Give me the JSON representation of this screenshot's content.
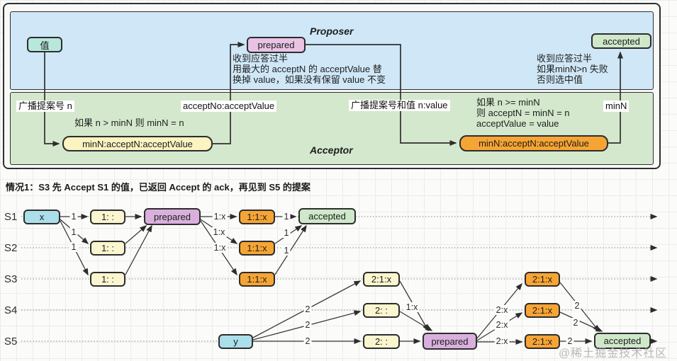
{
  "top": {
    "proposer_title": "Proposer",
    "acceptor_title": "Acceptor",
    "value_box": "值",
    "prepared_box": "prepared",
    "accepted_box": "accepted",
    "proposer_note_left": "收到应答过半\n用最大的 acceptN 的 acceptValue 替\n换掉 value，如果没有保留 value 不变",
    "proposer_note_right": "收到应答过半\n如果minN>n 失败\n否则选中值",
    "broadcast_n_label": "广播提案号 n",
    "accept_no_label": "acceptNo:acceptValue",
    "broadcast_nv_label": "广播提案号和值 n:value",
    "minn_label": "minN",
    "acceptor_rule_left": "如果 n > minN 则 minN = n",
    "acceptor_rule_right": "如果 n >= minN\n则 acceptN = minN = n\nacceptValue = value",
    "state_box_left": "minN:acceptN:acceptValue",
    "state_box_right": "minN:acceptN:acceptValue"
  },
  "caption": "情况1：S3 先 Accept S1 的值，已返回 Accept 的 ack，再见到 S5 的提案",
  "timeline": {
    "row_labels": [
      "S1",
      "S2",
      "S3",
      "S4",
      "S5"
    ],
    "nodes": {
      "x_value": "x",
      "s1_p1": "1: :",
      "s2_p1": "1: :",
      "s3_p1": "1: :",
      "prepared1": "prepared",
      "s1_a1": "1:1:x",
      "s2_a1": "1:1:x",
      "s3_a1": "1:1:x",
      "accepted1": "accepted",
      "y_value": "y",
      "s3_p2": "2:1:x",
      "s4_p2": "2: :",
      "s5_p2": "2: :",
      "prepared2": "prepared",
      "s3_a2": "2:1:x",
      "s4_a2": "2:1:x",
      "s5_a2": "2:1:x",
      "accepted2": "accepted"
    },
    "edge_labels": [
      "1",
      "1",
      "1",
      "1:x",
      "1:x",
      "1:x",
      "1",
      "1",
      "1",
      "2",
      "2",
      "2",
      "1:x",
      "2:x",
      "2:x",
      "2:x",
      "2",
      "2",
      "2"
    ]
  },
  "watermark": "@稀土掘金技术社区",
  "colors": {
    "proposer_panel": "#cfe7f7",
    "acceptor_panel": "#d4e8cd",
    "value_teal": "#b7e8db",
    "prepared_purple": "#d9b0dd",
    "state_yellow": "#fbf3c0",
    "state_orange": "#f6a534",
    "accepted_green": "#cfe8ca",
    "proposal_cyan": "#abdfe9"
  }
}
